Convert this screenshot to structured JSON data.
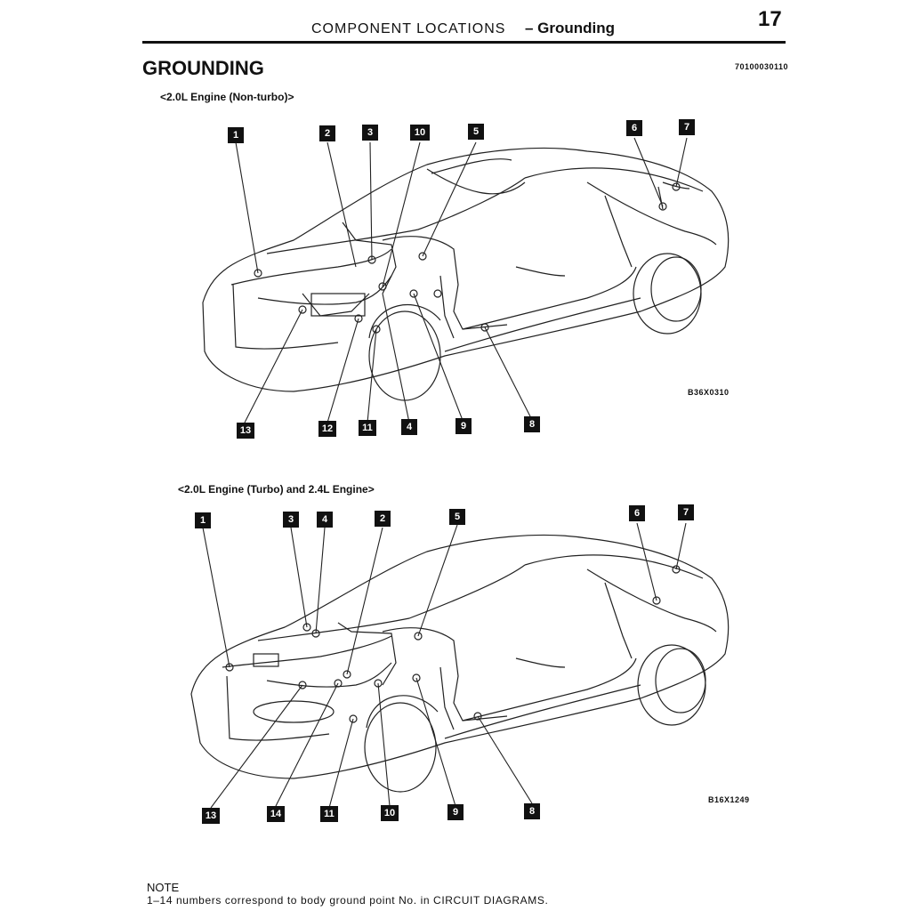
{
  "header": {
    "section": "COMPONENT LOCATIONS",
    "subsection": "– Grounding",
    "page_number": "17"
  },
  "title": "GROUNDING",
  "doc_code": "70100030110",
  "diagram_top": {
    "subtitle": "<2.0L Engine (Non-turbo)>",
    "figure_code": "B36X0310",
    "callouts": [
      "1",
      "2",
      "3",
      "10",
      "5",
      "6",
      "7",
      "13",
      "12",
      "11",
      "4",
      "9",
      "8"
    ]
  },
  "diagram_bottom": {
    "subtitle": "<2.0L Engine (Turbo) and 2.4L Engine>",
    "figure_code": "B16X1249",
    "callouts": [
      "1",
      "3",
      "4",
      "2",
      "5",
      "6",
      "7",
      "13",
      "14",
      "11",
      "10",
      "9",
      "8"
    ]
  },
  "note": {
    "heading": "NOTE",
    "text": "1–14 numbers correspond to body ground point No. in CIRCUIT DIAGRAMS."
  }
}
